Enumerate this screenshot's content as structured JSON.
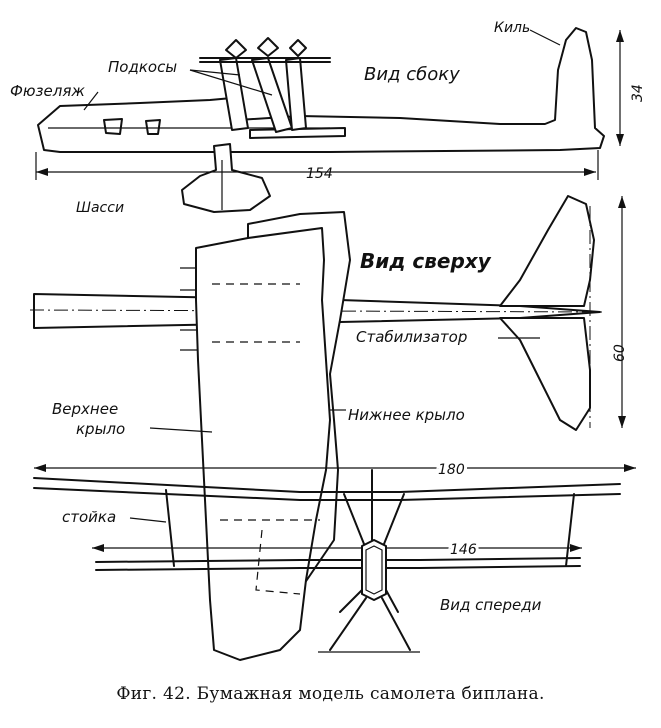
{
  "labels": {
    "fuselage": "Фюзеляж",
    "struts": "Подкосы",
    "side_view": "Вид сбоку",
    "fin": "Киль",
    "landing_gear": "Шасси",
    "top_view": "Вид сверху",
    "stabilizer": "Стабилизатор",
    "upper_wing": "Верхнее",
    "upper_wing_2": "крыло",
    "lower_wing": "Нижнее крыло",
    "strut": "стойка",
    "front_view": "Вид спереди"
  },
  "dimensions": {
    "length": "154",
    "height": "34",
    "stab_span": "60",
    "upper_span": "180",
    "lower_span": "146"
  },
  "caption": "Фиг. 42. Бумажная модель самолета биплана."
}
